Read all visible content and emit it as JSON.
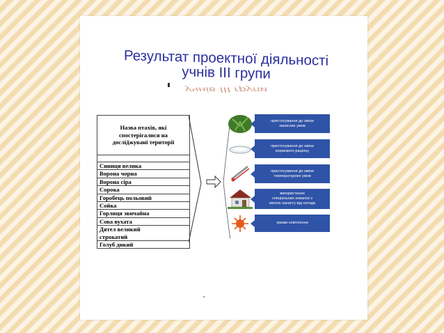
{
  "title": {
    "line1": "Результат проектної діяльності",
    "line2": "учнів ІІІ групи",
    "reflection": "учнів ІІІ групи"
  },
  "table": {
    "header": "Назва птахів, які\nспостерігалися на\nдосліджувані території",
    "birds": [
      "Синиця велика",
      "Ворона чорна",
      "Ворона сіра",
      "Сорока",
      "Горобець польовий",
      "Сойка",
      "Горлиця звичайна",
      "Сова вухата",
      "Дятел великий\nстрокатий",
      "Голуб дикий"
    ]
  },
  "adaptations": [
    {
      "label": "пристосування до зміни\nзахисних умов",
      "icon": "plant-icon"
    },
    {
      "label": "пристосування до зміни\nкормового раціону",
      "icon": "dish-icon"
    },
    {
      "label": "пристосування до зміни\nтемпературних умов",
      "icon": "thermometer-icon"
    },
    {
      "label": "використання\nспеціальних хованок з\nметою захисту від негоди",
      "icon": "house-icon"
    },
    {
      "label": "умови освітлення",
      "icon": "sun-icon"
    }
  ],
  "colors": {
    "box": "#2f53a7",
    "title": "#2b2f9e",
    "reflection": "#b5542e"
  }
}
